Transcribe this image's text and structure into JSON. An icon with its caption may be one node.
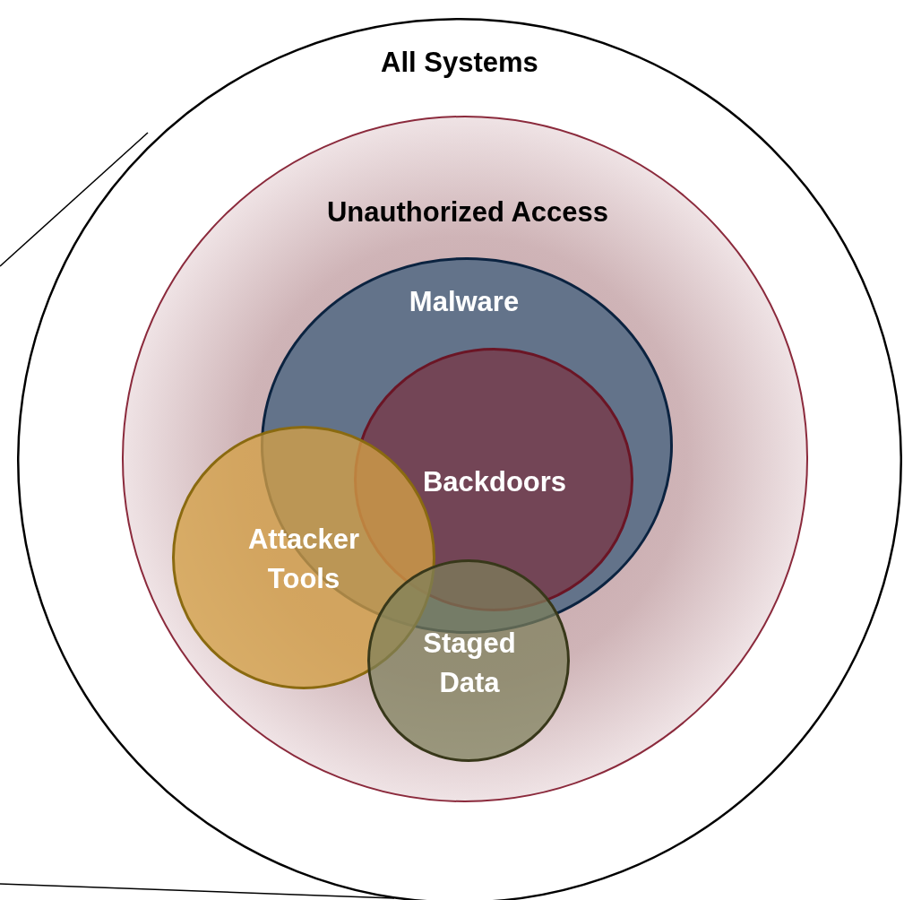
{
  "diagram": {
    "nodes": [
      {
        "text": [
          "All Systems"
        ]
      },
      {
        "text": [
          "Unauthorized Access"
        ],
        "in": 0
      },
      {
        "text": [
          "Malware"
        ],
        "in": 1
      },
      {
        "text": [
          "Backdoors"
        ],
        "in": 2
      },
      {
        "text": [
          "Attacker Tools"
        ],
        "in": 1
      },
      {
        "text": [
          "Staged Data"
        ],
        "in": 1
      }
    ],
    "edges": []
  }
}
